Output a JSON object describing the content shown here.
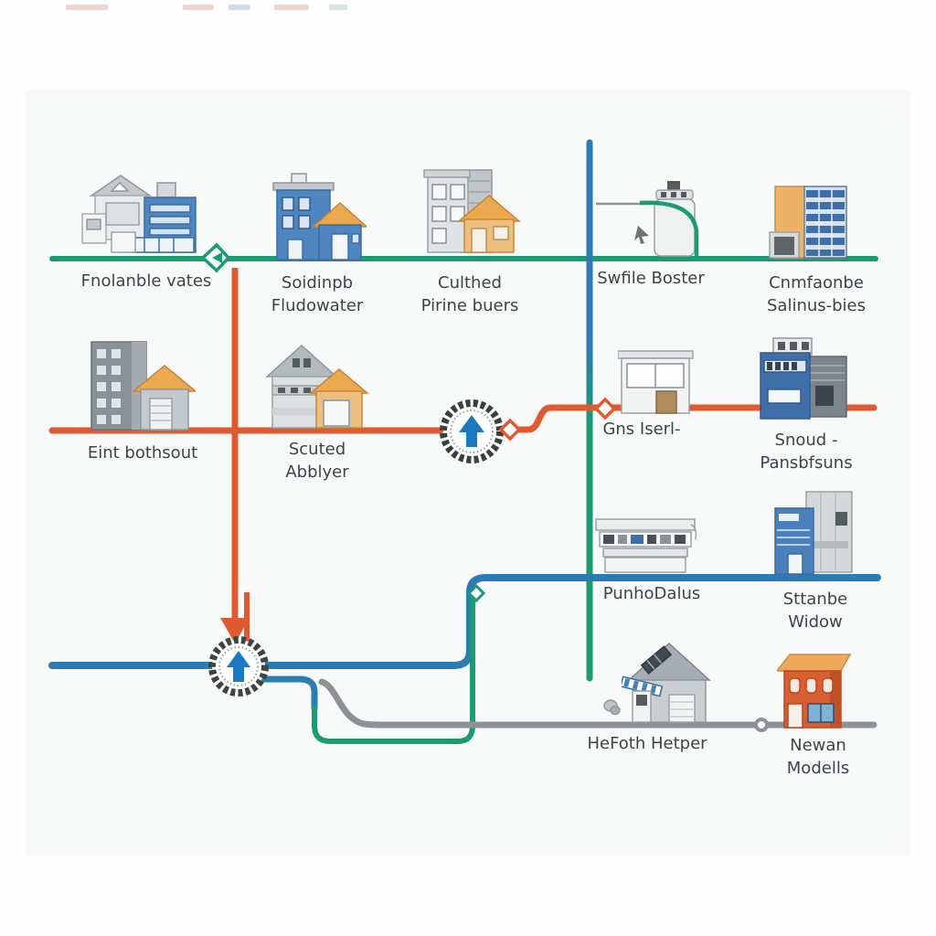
{
  "diagram": {
    "kind": "building-network-map",
    "background": "#f7faf8"
  },
  "stations": [
    {
      "id": "fnolanble",
      "lines": [
        "Fnolanble vates"
      ]
    },
    {
      "id": "soidinpb",
      "lines": [
        "Soidinpb",
        "Fludowater"
      ]
    },
    {
      "id": "culthed",
      "lines": [
        "Culthed",
        "Pirine buers"
      ]
    },
    {
      "id": "swfile",
      "lines": [
        "Swfile Boster"
      ]
    },
    {
      "id": "cnmfaonbe",
      "lines": [
        "Cnmfaonbe",
        "Salinus-bies"
      ]
    },
    {
      "id": "eint",
      "lines": [
        "Eint bothsout"
      ]
    },
    {
      "id": "scuted",
      "lines": [
        "Scuted",
        "Abblyer"
      ]
    },
    {
      "id": "gns",
      "lines": [
        "Gns Iserl-"
      ]
    },
    {
      "id": "snoud",
      "lines": [
        "Snoud -",
        "Pansbfsuns"
      ]
    },
    {
      "id": "punho",
      "lines": [
        "PunhoDalus"
      ]
    },
    {
      "id": "sttanbe",
      "lines": [
        "Sttanbe",
        "Widow"
      ]
    },
    {
      "id": "hefoth",
      "lines": [
        "HeFoth Hetper"
      ]
    },
    {
      "id": "newan",
      "lines": [
        "Newan",
        "Modells"
      ]
    }
  ],
  "routes": [
    {
      "id": "green-route",
      "color": "#1b9a73",
      "orientation": "horizontal-row-1"
    },
    {
      "id": "red-route",
      "color": "#e05a31",
      "orientation": "horizontal-row-2-with-vertical-drop"
    },
    {
      "id": "blue-route",
      "color": "#2a7cb3",
      "orientation": "horizontal-rows-3"
    },
    {
      "id": "gray-route",
      "color": "#8d9296",
      "orientation": "horizontal-row-4"
    },
    {
      "id": "vertical-route",
      "color_top": "#2a7cb3",
      "color_bottom": "#1b9a73",
      "orientation": "vertical"
    }
  ],
  "markers": [
    {
      "id": "compass-badge-upper",
      "shape": "dashed-ring-circle",
      "symbol": "up-arrow",
      "arrow_color": "#1b79c2"
    },
    {
      "id": "compass-badge-lower",
      "shape": "dashed-ring-circle",
      "symbol": "up-arrow",
      "arrow_color": "#1b79c2"
    },
    {
      "id": "red-down-arrow",
      "color": "#e05a31"
    },
    {
      "id": "green-diamond",
      "color": "#1b9a73"
    },
    {
      "id": "red-diamond-1",
      "color": "#e05a31"
    },
    {
      "id": "red-diamond-2",
      "color": "#e05a31"
    },
    {
      "id": "green-mini-diamond",
      "color": "#1b9a73"
    },
    {
      "id": "gray-ring",
      "color": "#8d9296"
    }
  ],
  "building_palette": {
    "blue": "#4f86c0",
    "orange_roof": "#eaa94f",
    "gray": "#c9ced1",
    "dark_gray": "#8a9298",
    "red_orange": "#d95f33",
    "white": "#f2f4f4"
  },
  "label_color": "#3d4349"
}
